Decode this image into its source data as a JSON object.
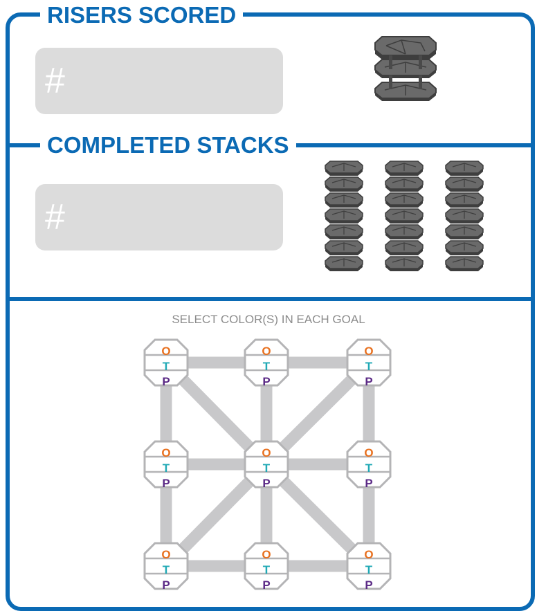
{
  "risers": {
    "title": "RISERS SCORED",
    "placeholder": "#",
    "icon": "single-riser-stack-icon"
  },
  "stacks": {
    "title": "COMPLETED STACKS",
    "placeholder": "#",
    "icon": "completed-stack-icon",
    "stack_count": 3
  },
  "goals": {
    "instruction": "SELECT COLOR(S) IN EACH GOAL",
    "option_labels": [
      "O",
      "T",
      "P"
    ],
    "colors": {
      "O": "#e8701e",
      "T": "#20a9b5",
      "P": "#5b2a86"
    },
    "grid": [
      [
        "goal-top-left",
        "goal-top-center",
        "goal-top-right"
      ],
      [
        "goal-middle-left",
        "goal-center",
        "goal-middle-right"
      ],
      [
        "goal-bottom-left",
        "goal-bottom-center",
        "goal-bottom-right"
      ]
    ]
  },
  "theme": {
    "accent": "#0b6ab4",
    "field_bg": "#dcdcdc",
    "connector": "#c8c8ca",
    "riser_fill": "#6a6a6a",
    "riser_dark": "#3e3e3e"
  }
}
